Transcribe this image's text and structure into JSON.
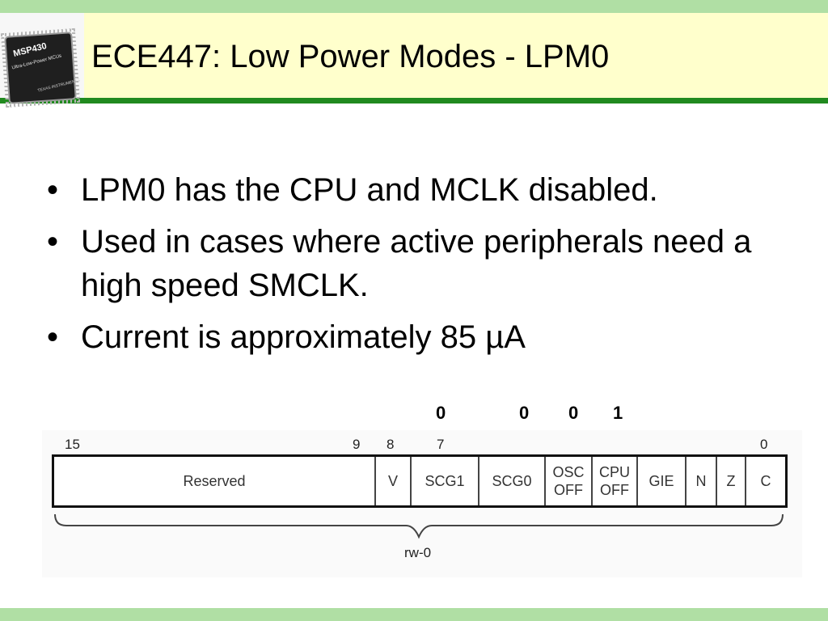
{
  "slide": {
    "title": "ECE447: Low Power Modes - LPM0"
  },
  "logo": {
    "icon": "msp430-chip-icon",
    "line1": "MSP430",
    "line2": "Ultra-Low-Power MCUs",
    "line3": "TEXAS INSTRUMENTS"
  },
  "bullets": [
    "LPM0 has the CPU and MCLK disabled.",
    "Used in cases where active peripherals need a high speed SMCLK.",
    "Current is approximately 85 µA"
  ],
  "register": {
    "bit_values": {
      "scg1": "0",
      "scg0": "0",
      "oscoff": "0",
      "cpuoff": "1"
    },
    "bit_numbers": {
      "b15": "15",
      "b9": "9",
      "b8": "8",
      "b7": "7",
      "b0": "0"
    },
    "fields": {
      "reserved": "Reserved",
      "v": "V",
      "scg1": "SCG1",
      "scg0": "SCG0",
      "oscoff_1": "OSC",
      "oscoff_2": "OFF",
      "cpuoff_1": "CPU",
      "cpuoff_2": "OFF",
      "gie": "GIE",
      "n": "N",
      "z": "Z",
      "c": "C"
    },
    "access": "rw-0"
  },
  "colors": {
    "band": "#b0dfa4",
    "title_bg": "#ffffcc",
    "title_rule": "#218a1f"
  }
}
